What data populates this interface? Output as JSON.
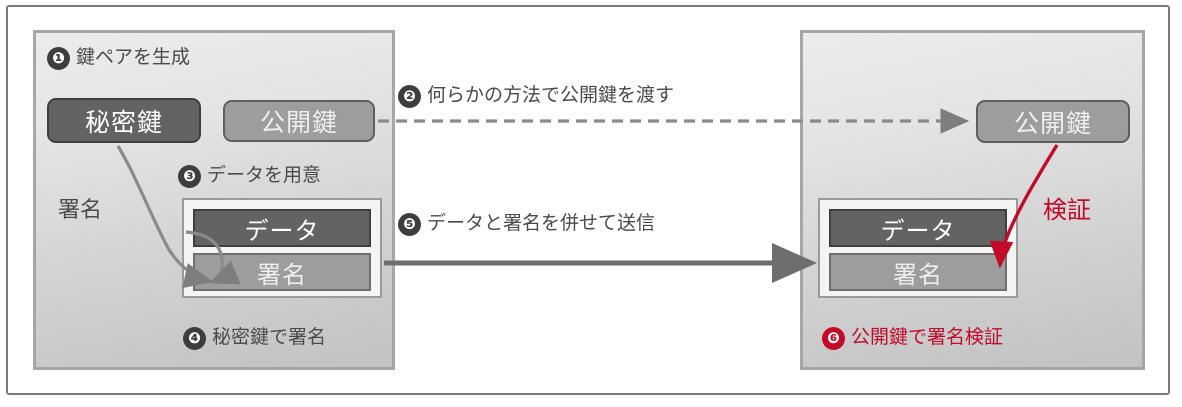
{
  "diagram": {
    "title": "digital-signature-flow",
    "colors": {
      "accent_red": "#c30a28",
      "dark_grey": "#636363",
      "mid_grey": "#9d9d9d",
      "panel_border": "#a6a6a6",
      "frame_border": "#7b7b7b",
      "text_grey": "#4a4a4a"
    }
  },
  "left_panel": {
    "steps": [
      {
        "number": "❶",
        "text": "鍵ペアを生成"
      },
      {
        "number": "❸",
        "text": "データを用意"
      },
      {
        "number": "❹",
        "text": "秘密鍵で署名"
      }
    ],
    "private_key_box": "秘密鍵",
    "public_key_box": "公開鍵",
    "sign_arrow_label": "署名",
    "document": {
      "data_cell": "データ",
      "signature_cell": "署名"
    }
  },
  "center": {
    "transfer_step": {
      "number": "❷",
      "text": "何らかの方法で公開鍵を渡す"
    },
    "send_step": {
      "number": "❺",
      "text": "データと署名を併せて送信"
    }
  },
  "right_panel": {
    "public_key_box": "公開鍵",
    "verify_arrow_label": "検証",
    "document": {
      "data_cell": "データ",
      "signature_cell": "署名"
    },
    "steps": [
      {
        "number": "❻",
        "text": "公開鍵で署名検証"
      }
    ]
  }
}
